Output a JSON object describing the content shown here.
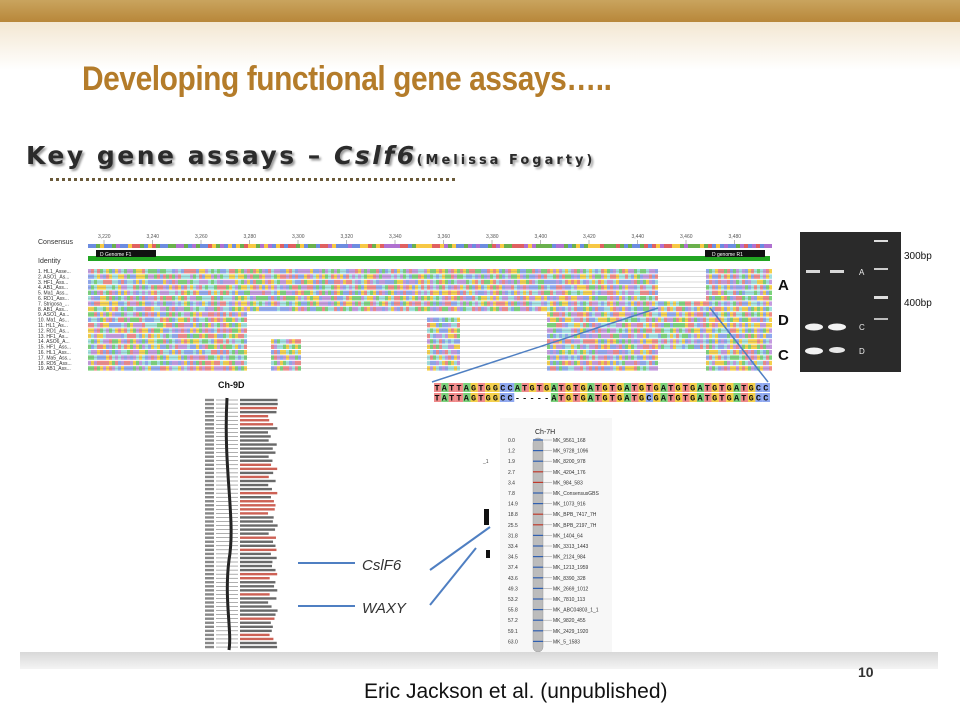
{
  "slide": {
    "title": "Developing functional gene assays…..",
    "subtitle_main": "Key gene assays – ",
    "subtitle_gene": "Cslf6",
    "subtitle_author": "(Melissa Fogarty)",
    "credit": "Eric Jackson et al. (unpublished)",
    "page_number": "10"
  },
  "alignment": {
    "consensus_label": "Consensus",
    "identity_label": "Identity",
    "positions": [
      "3,220",
      "3,240",
      "3,260",
      "3,280",
      "3,300",
      "3,320",
      "3,340",
      "3,360",
      "3,380",
      "3,400",
      "3,420",
      "3,440",
      "3,460",
      "3,480"
    ],
    "primer_left": "D Genome F1",
    "primer_right": "D genome R1",
    "sequence_names": [
      "1. HL1_Asse...",
      "2. ASO1_As...",
      "3. HF1_Ass...",
      "4. AB1_Ass...",
      "5. Ma1_Ass...",
      "6. RD1_Ass...",
      "7. Strigosa_...",
      "8. AB1_Ass...",
      "9. ASO1_As...",
      "10. Ma1_As...",
      "11. HL1_As...",
      "12. RD1_As...",
      "13. HF1_As...",
      "14. ASO6_A...",
      "15. HF1_Ass...",
      "16. HL1_Ass...",
      "17. Ma5_Ass...",
      "18. RD5_Ass...",
      "19. AB1_Ass..."
    ],
    "group_labels": [
      "A",
      "D",
      "C"
    ],
    "seq_line_1": "TATTAGTGGCCATGTGATGTGATGTGATGTGATGTGATGTGATGCC",
    "seq_line_2": "TATTAGTGGCC-----ATGTGATGTGATGCGATGTGATGTGATGCC"
  },
  "gel": {
    "ladder_labels": [
      "300bp",
      "400bp"
    ],
    "band_labels": [
      "A",
      "C",
      "D"
    ]
  },
  "map_left": {
    "title": "Ch-9D"
  },
  "map_right": {
    "title": "Ch-7H",
    "positions": [
      "0.0",
      "1.2",
      "1.9",
      "2.7",
      "3.4",
      "7.8",
      "14.9",
      "18.8",
      "25.5",
      "31.8",
      "33.4",
      "34.5",
      "37.4",
      "43.6",
      "49.3",
      "53.2",
      "55.8",
      "57.2",
      "59.1",
      "63.0"
    ],
    "markers": [
      "MK_9561_168",
      "MK_9728_1096",
      "MK_8200_978",
      "MK_4204_176",
      "MK_984_583",
      "MK_ConsensusGBS",
      "MK_1073_916",
      "MK_BPB_7417_7H",
      "MK_BPB_2197_7H",
      "MK_1404_64",
      "MK_3313_1443",
      "MK_2124_984",
      "MK_1213_1959",
      "MK_8390_328",
      "MK_2669_1012",
      "MK_7810_113",
      "MK_ABC04803_1_1",
      "MK_9820_455",
      "MK_2429_1920",
      "MK_5_1583"
    ]
  },
  "gene_labels": {
    "gene1": "CslF6",
    "gene2": "WAXY"
  },
  "colors": {
    "title": "#b47c2a",
    "top_bar": "#b8873a",
    "marker_red": "#c0392b",
    "marker_blue": "#2f5fb0",
    "connector_blue": "#4f7fc2",
    "identity_green": "#22a522"
  }
}
